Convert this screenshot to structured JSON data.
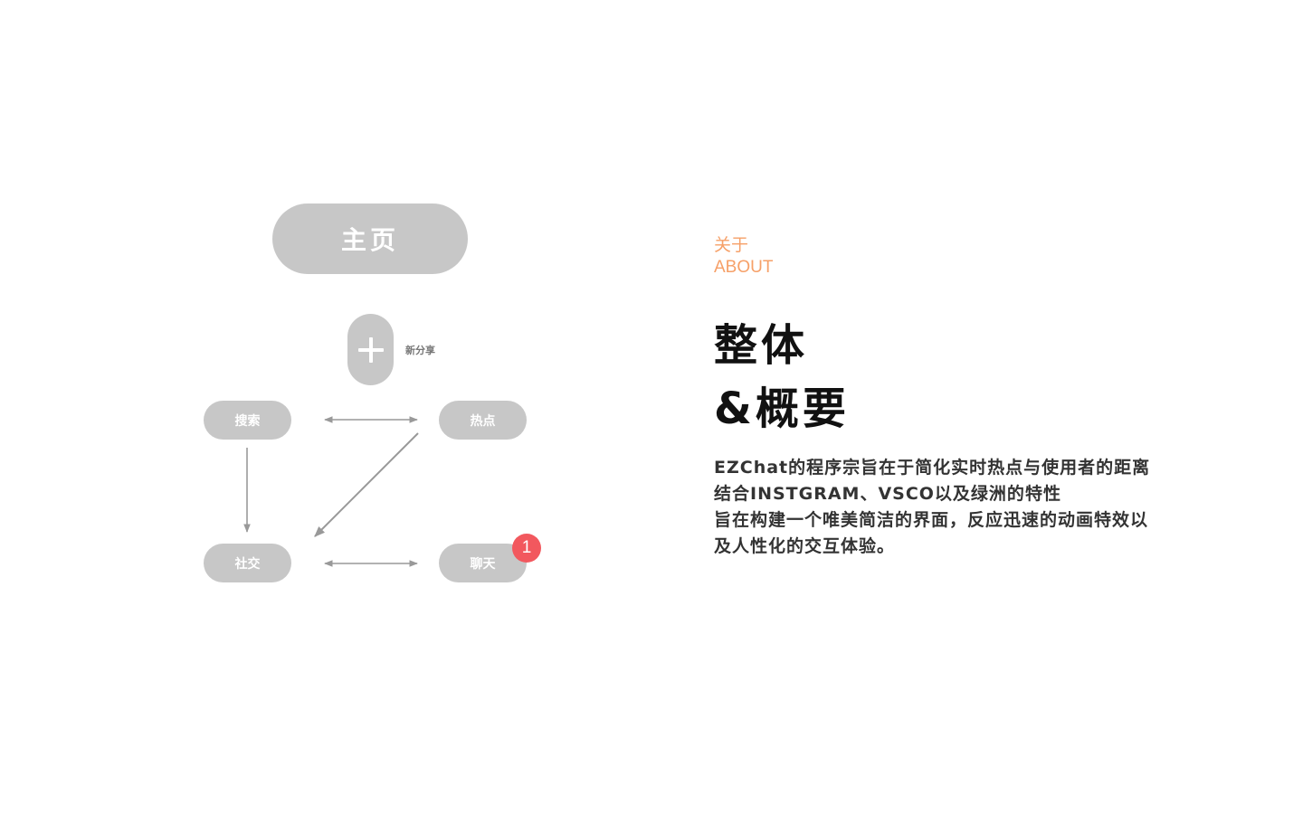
{
  "diagram": {
    "home_label": "主页",
    "plus_icon": "plus-icon",
    "new_share_label": "新分享",
    "search_label": "搜索",
    "hot_label": "热点",
    "social_label": "社交",
    "chat_label": "聊天",
    "chat_badge_count": "1",
    "colors": {
      "node_fill": "#c7c7c7",
      "node_text": "#ffffff",
      "arrow": "#999999",
      "badge": "#f2585e"
    }
  },
  "about": {
    "label_cn": "关于",
    "label_en": "ABOUT",
    "title_line1": "整体",
    "title_line2": "&概要",
    "description_lines": [
      "EZChat的程序宗旨在于简化实时热点与使用者的距离",
      "结合INSTGRAM、VSCO以及绿洲的特性",
      "旨在构建一个唯美简洁的界面，反应迅速的动画特效以",
      "及人性化的交互体验。"
    ],
    "colors": {
      "accent": "#f6a068",
      "title": "#111111",
      "body": "#333333"
    }
  }
}
